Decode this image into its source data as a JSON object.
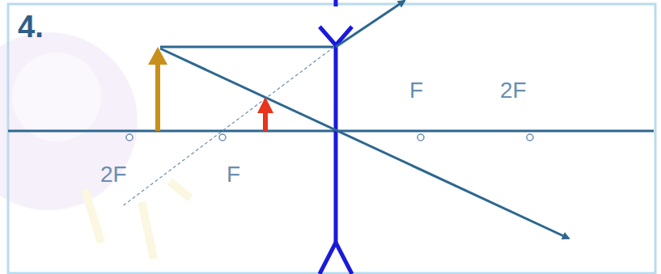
{
  "diagram": {
    "labels": [
      "4.",
      "F",
      "2F",
      "2F",
      "F"
    ]
  }
}
